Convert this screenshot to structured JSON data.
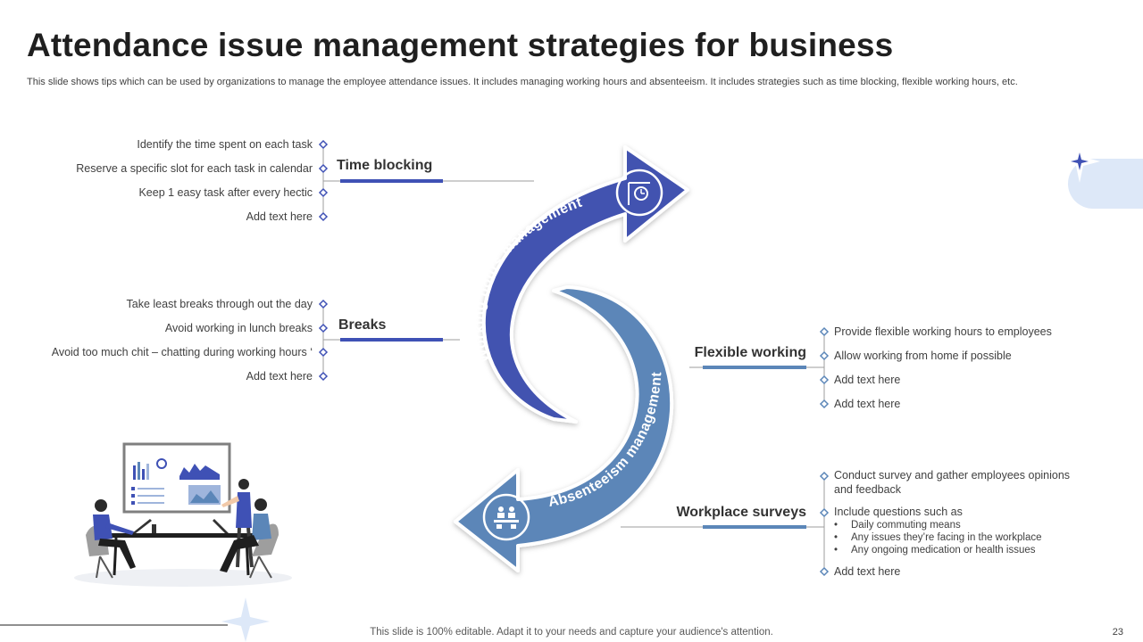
{
  "slide": {
    "title": "Attendance issue management strategies for business",
    "subtitle": "This slide shows tips which can be used by organizations to manage the employee attendance issues. It includes managing working hours and absenteeism. It includes strategies such as time blocking, flexible working hours, etc.",
    "footer": "This slide is 100% editable. Adapt it to your needs and capture your audience's attention.",
    "page_number": "23"
  },
  "arrows": {
    "top_label": "Working hours management",
    "bottom_label": "Absenteeism management",
    "top_icon": "clock-signboard-icon",
    "bottom_icon": "team-meeting-icon"
  },
  "time_blocking": {
    "heading": "Time blocking",
    "items": [
      "Identify the time spent on each task",
      "Reserve  a specific slot for  each task in calendar",
      "Keep 1 easy task after every  hectic",
      "Add text here"
    ]
  },
  "breaks": {
    "heading": "Breaks",
    "items": [
      "Take least breaks through out the day",
      "Avoid working in lunch breaks",
      "Avoid too much chit – chatting during working hours ‘",
      "Add text here"
    ]
  },
  "flexible_working": {
    "heading": "Flexible working",
    "items": [
      "Provide  flexible  working hours to employees",
      "Allow working from home if possible",
      "Add text here",
      "Add text here"
    ]
  },
  "workplace_surveys": {
    "heading": "Workplace surveys",
    "item1_line1": "Conduct  survey  and gather  employees opinions",
    "item1_line2": "and feedback",
    "item2": "Include questions such as",
    "sub_items": [
      "Daily commuting means",
      "Any issues they’re facing in the workplace",
      "Any ongoing medication or health issues"
    ],
    "item3": "Add text here"
  },
  "colors": {
    "primary_blue": "#3f51b5",
    "light_blue": "#5b86b8",
    "accent_light": "#dde8f8",
    "text": "#404040"
  }
}
